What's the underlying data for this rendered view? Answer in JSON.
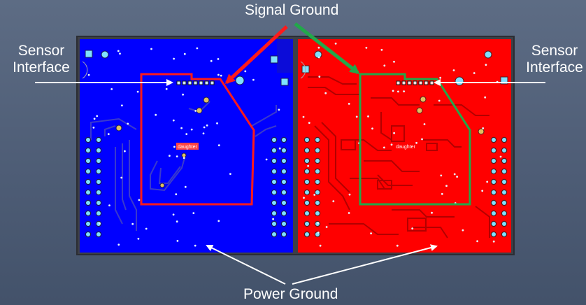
{
  "labels": {
    "signal_ground": "Signal Ground",
    "power_ground": "Power Ground",
    "sensor_interface_left": [
      "Sensor",
      "Interface"
    ],
    "sensor_interface_right": [
      "Sensor",
      "Interface"
    ],
    "daughter_left": "daughter",
    "daughter_right": "daughter"
  },
  "colors": {
    "background": "#56657d",
    "board_frame": "#3d3f46",
    "left_plane": "#0000ff",
    "right_plane": "#ff0000",
    "signal_outline_left": "#ff1a1a",
    "signal_outline_right": "#22a84a",
    "arrow_white": "#ffffff",
    "arrow_red": "#ff1a1a",
    "arrow_green": "#22a84a"
  },
  "icons": {
    "pad": "via-pad-icon",
    "header": "pin-header-icon"
  }
}
